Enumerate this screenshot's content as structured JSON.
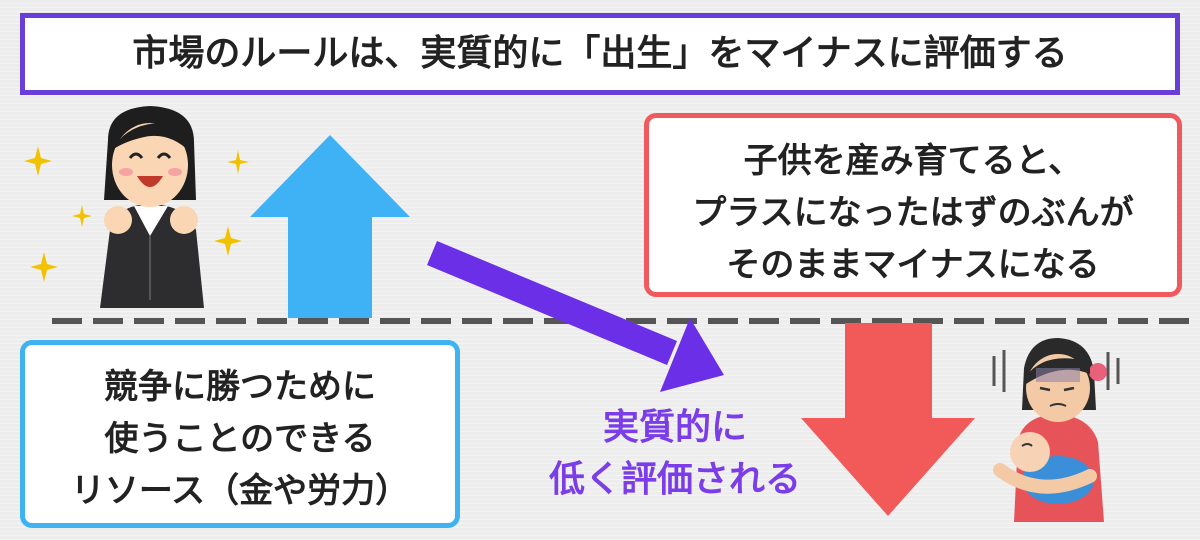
{
  "title": "市場のルールは、実質的に「出生」をマイナスに評価する",
  "red_box": {
    "lines": [
      "子供を産み育てると、",
      "プラスになったはずのぶんが",
      "そのままマイナスになる"
    ]
  },
  "blue_box": {
    "lines": [
      "競争に勝つために",
      "使うことのできる",
      "リソース（金や労力）"
    ]
  },
  "lowered_text": {
    "lines": [
      "実質的に",
      "低く評価される"
    ]
  },
  "colors": {
    "title_border": "#6a3fd9",
    "red_border": "#f05a5f",
    "blue_border": "#3db3f2",
    "up_arrow": "#3fb1f5",
    "down_arrow": "#f25a5a",
    "diagonal_arrow": "#6a2fe6",
    "dashed_line": "#555555"
  }
}
